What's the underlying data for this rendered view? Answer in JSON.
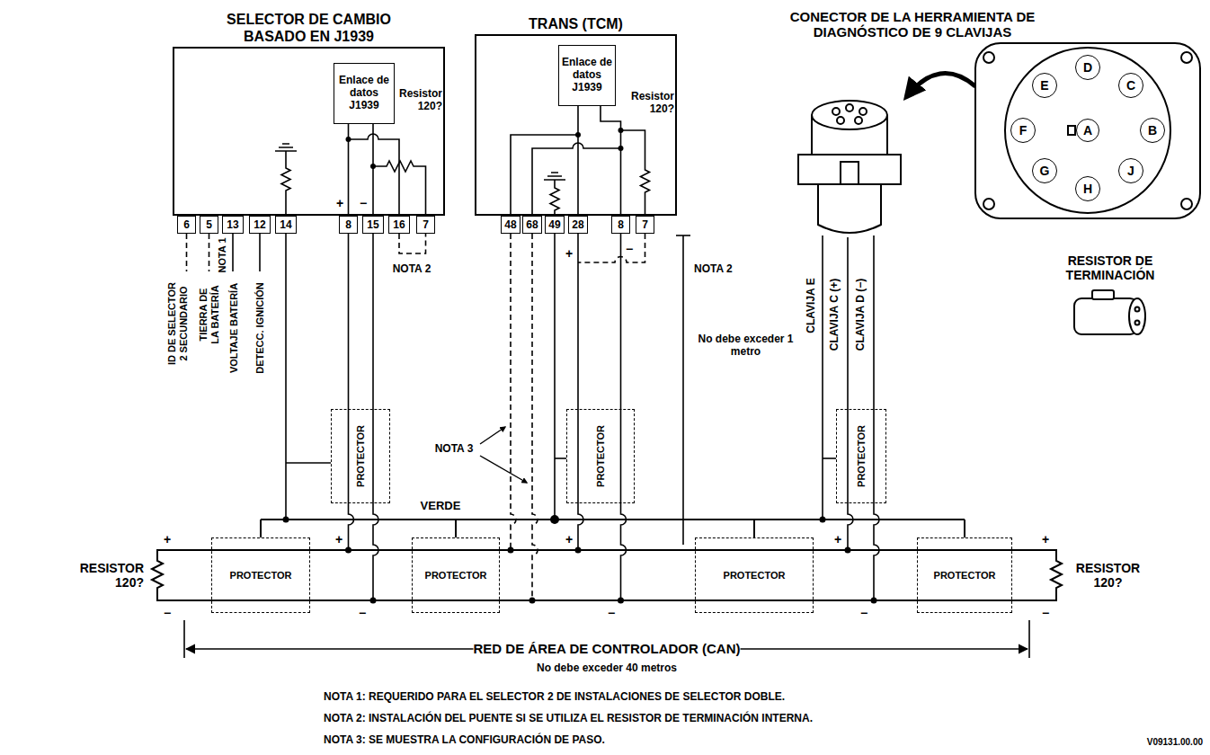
{
  "diagram": {
    "nodes": [
      {
        "text": [
          "SELECTOR DE CAMBIO BASADO EN J1939",
          "Resistor 120?"
        ]
      },
      {
        "text": [
          "Enlace de datos J1939"
        ],
        "in": 0
      },
      {
        "text": [
          "6"
        ]
      },
      {
        "text": [
          "5"
        ]
      },
      {
        "text": [
          "13"
        ]
      },
      {
        "text": [
          "12"
        ]
      },
      {
        "text": [
          "14"
        ]
      },
      {
        "text": [
          "8"
        ]
      },
      {
        "text": [
          "15"
        ]
      },
      {
        "text": [
          "16"
        ]
      },
      {
        "text": [
          "7"
        ]
      },
      {
        "text": [
          "TRANS (TCM)",
          "Resistor 120?"
        ]
      },
      {
        "text": [
          "Enlace de datos J1939"
        ],
        "in": 11
      },
      {
        "text": [
          "48"
        ]
      },
      {
        "text": [
          "68"
        ]
      },
      {
        "text": [
          "49"
        ]
      },
      {
        "text": [
          "28"
        ]
      },
      {
        "text": [
          "8"
        ]
      },
      {
        "text": [
          "7"
        ]
      },
      {
        "text": [
          "D"
        ]
      },
      {
        "text": [
          "E"
        ]
      },
      {
        "text": [
          "C"
        ]
      },
      {
        "text": [
          "F"
        ]
      },
      {
        "text": [
          "A"
        ]
      },
      {
        "text": [
          "B"
        ]
      },
      {
        "text": [
          "G"
        ]
      },
      {
        "text": [
          "J"
        ]
      },
      {
        "text": [
          "H"
        ]
      },
      {
        "text": [
          "PROTECTOR"
        ]
      },
      {
        "text": [
          "PROTECTOR"
        ]
      },
      {
        "text": [
          "PROTECTOR"
        ]
      },
      {
        "text": [
          "PROTECTOR"
        ]
      },
      {
        "text": [
          "PROTECTOR"
        ]
      },
      {
        "text": [
          "PROTECTOR"
        ]
      },
      {
        "text": [
          "PROTECTOR"
        ]
      }
    ],
    "edges": [
      {
        "from": 7,
        "to": 28,
        "arrow": "none"
      },
      {
        "from": 8,
        "to": 28,
        "arrow": "none"
      },
      {
        "from": 16,
        "to": 29,
        "arrow": "none"
      },
      {
        "from": 17,
        "to": 29,
        "arrow": "none"
      }
    ],
    "labels": [
      "ID DE SELECTOR 2 SECUNDARIO",
      "TIERRA DE LA BATERÍA",
      "NOTA 1",
      "VOLTAJE BATERÍA",
      "DETECC. IGNICIÓN",
      "+",
      "−",
      "NOTA 2",
      "NOTA 3",
      "+",
      "−",
      "NOTA 2",
      "No debe exceder 1 metro",
      "CONECTOR DE LA HERRAMIENTA DE DIAGNÓSTICO DE 9 CLAVIJAS",
      "CLAVIJA E",
      "CLAVIJA C (+)",
      "CLAVIJA D (−)",
      "RESISTOR DE TERMINACIÓN",
      "VERDE",
      "+",
      "−",
      "RESISTOR 120?",
      "+",
      "−",
      "+",
      "−",
      "+",
      "−",
      "+",
      "−",
      "RESISTOR 120?",
      "RED DE ÁREA DE CONTROLADOR (CAN)",
      "No debe exceder 40 metros",
      "NOTA 1: REQUERIDO PARA EL SELECTOR 2 DE INSTALACIONES DE SELECTOR DOBLE.",
      "NOTA 2: INSTALACIÓN DEL PUENTE SI SE UTILIZA EL RESISTOR DE TERMINACIÓN INTERNA.",
      "NOTA 3: SE MUESTRA LA CONFIGURACIÓN DE PASO.",
      "V09131.00.00"
    ]
  }
}
